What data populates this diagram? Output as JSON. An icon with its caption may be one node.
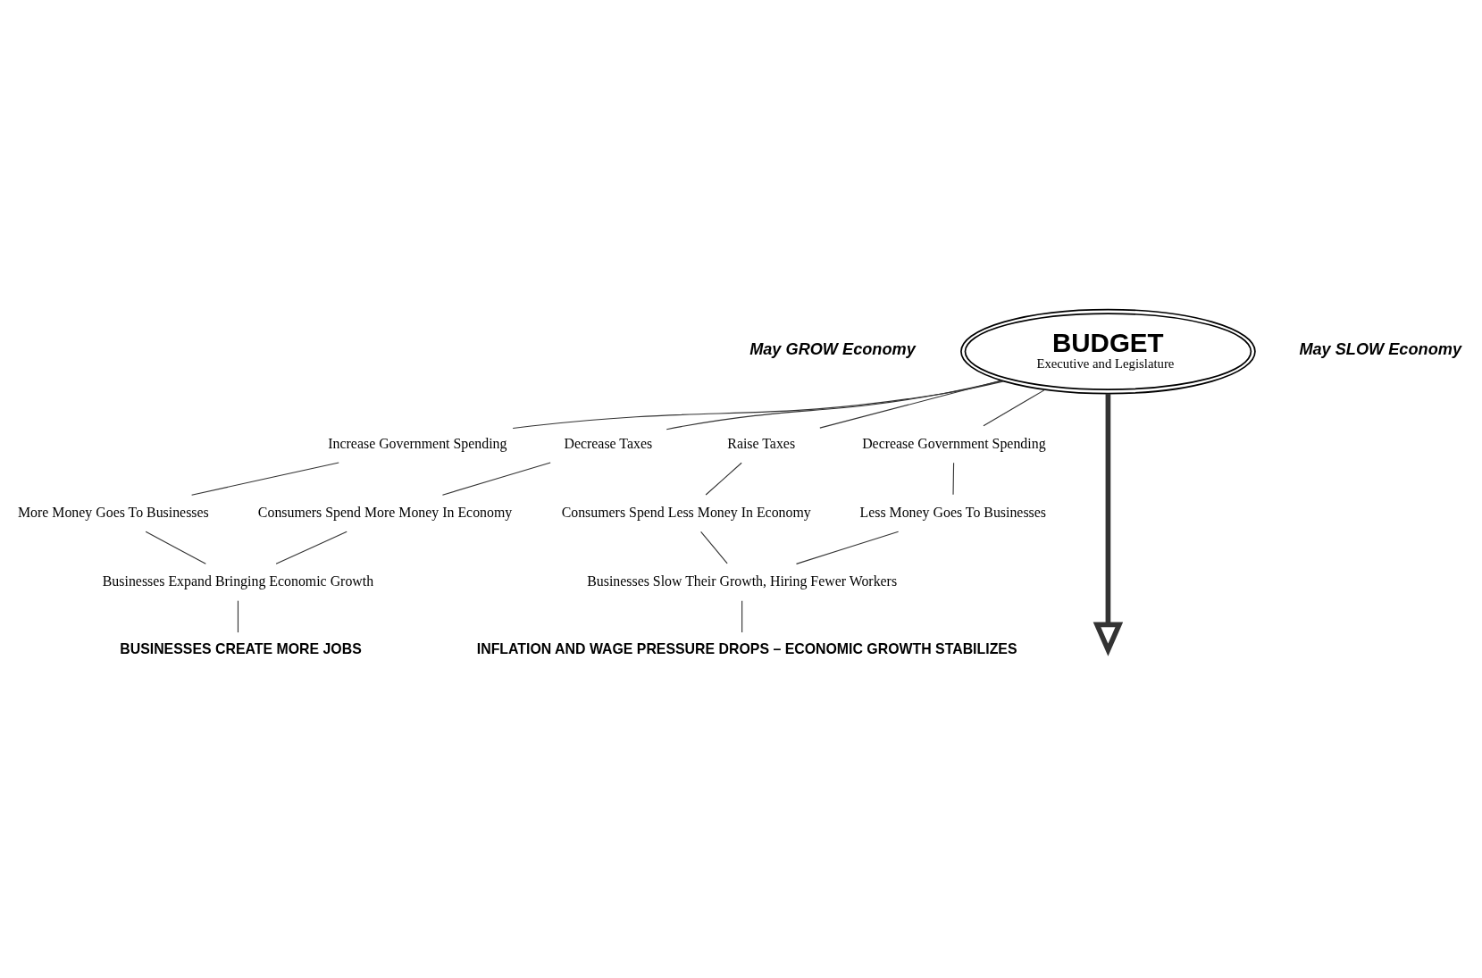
{
  "diagram": {
    "nodes": [
      {
        "text": [
          "BUDGET",
          "Executive and Legislature"
        ]
      },
      {
        "text": [
          "Increase Government Spending"
        ]
      },
      {
        "text": [
          "Decrease Taxes"
        ]
      },
      {
        "text": [
          "Raise Taxes"
        ]
      },
      {
        "text": [
          "Decrease Government Spending"
        ]
      },
      {
        "text": [
          "More Money Goes To Businesses"
        ]
      },
      {
        "text": [
          "Consumers Spend More Money In Economy"
        ]
      },
      {
        "text": [
          "Consumers Spend Less Money In Economy"
        ]
      },
      {
        "text": [
          "Less Money Goes To Businesses"
        ]
      },
      {
        "text": [
          "Businesses Expand Bringing Economic Growth"
        ]
      },
      {
        "text": [
          "Businesses Slow Their Growth, Hiring Fewer Workers"
        ]
      },
      {
        "text": [
          "BUSINESSES CREATE MORE JOBS"
        ]
      },
      {
        "text": [
          "INFLATION AND WAGE PRESSURE DROPS – ECONOMIC GROWTH STABILIZES"
        ]
      }
    ],
    "edges": [
      {
        "from": 0,
        "to": 1,
        "arrow": "none"
      },
      {
        "from": 0,
        "to": 2,
        "arrow": "none"
      },
      {
        "from": 0,
        "to": 3,
        "arrow": "none"
      },
      {
        "from": 0,
        "to": 4,
        "arrow": "none"
      },
      {
        "from": 0,
        "to": null,
        "arrow": "to",
        "style": "thick"
      },
      {
        "from": 1,
        "to": 5,
        "arrow": "none"
      },
      {
        "from": 5,
        "to": 9,
        "arrow": "none"
      },
      {
        "from": 2,
        "to": 6,
        "arrow": "none"
      },
      {
        "from": 6,
        "to": 9,
        "arrow": "none"
      },
      {
        "from": 3,
        "to": 7,
        "arrow": "none"
      },
      {
        "from": 7,
        "to": 10,
        "arrow": "none"
      },
      {
        "from": 4,
        "to": 8,
        "arrow": "none"
      },
      {
        "from": 8,
        "to": 10,
        "arrow": "none"
      },
      {
        "from": 9,
        "to": 11,
        "arrow": "none"
      },
      {
        "from": 10,
        "to": 12,
        "arrow": "none"
      }
    ],
    "labels": [
      "May GROW Economy",
      "May SLOW Economy"
    ]
  }
}
